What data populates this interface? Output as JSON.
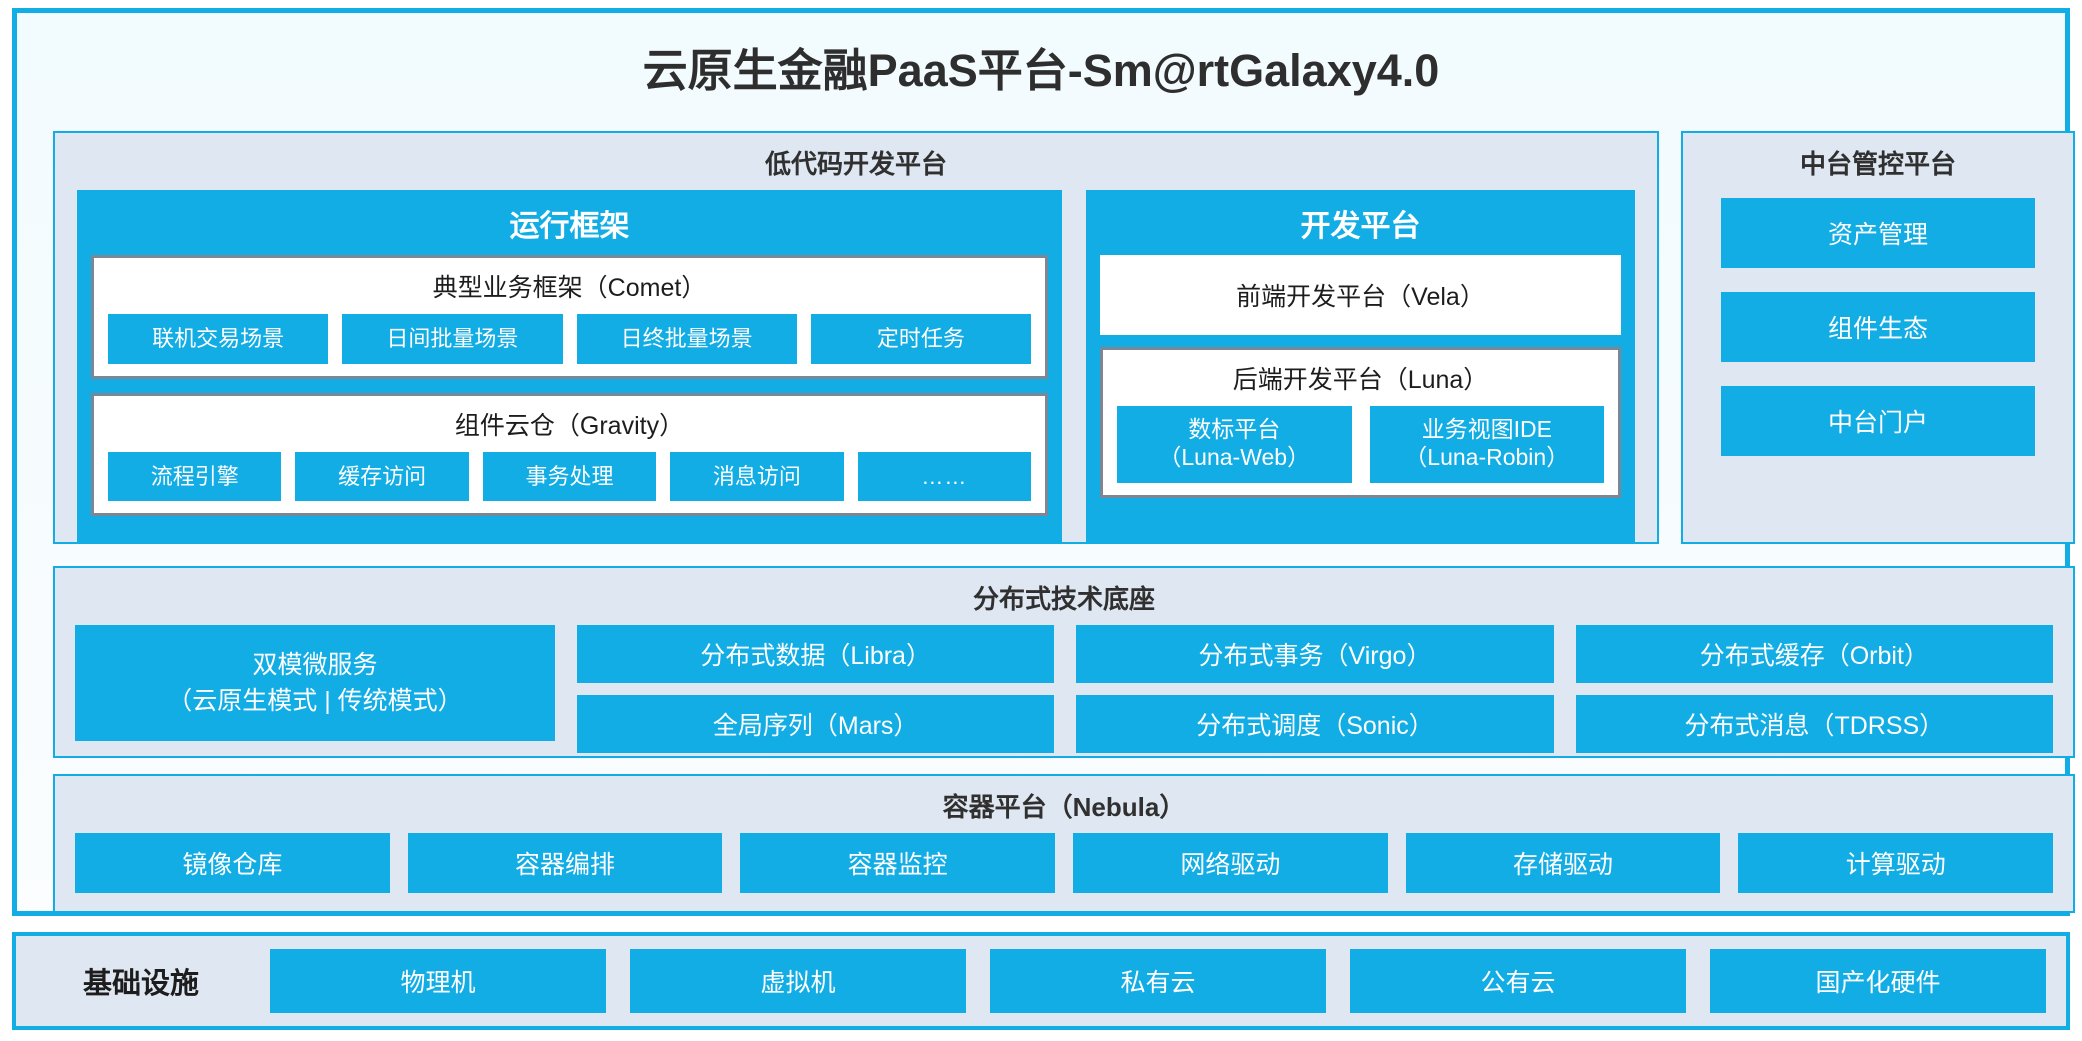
{
  "title": "云原生金融PaaS平台-Sm@rtGalaxy4.0",
  "colors": {
    "accent": "#12ade4",
    "section_bg": "#dfe8f2",
    "panel_bg": "#f5fbfe",
    "box_border": "#7b8794",
    "text_dark": "#2e2e2e",
    "text_light": "#ffffff"
  },
  "lowcode": {
    "title": "低代码开发平台",
    "runtime": {
      "title": "运行框架",
      "comet": {
        "title": "典型业务框架（Comet）",
        "items": [
          "联机交易场景",
          "日间批量场景",
          "日终批量场景",
          "定时任务"
        ]
      },
      "gravity": {
        "title": "组件云仓（Gravity）",
        "items": [
          "流程引擎",
          "缓存访问",
          "事务处理",
          "消息访问",
          "……"
        ]
      }
    },
    "devplatform": {
      "title": "开发平台",
      "vela": "前端开发平台（Vela）",
      "luna": {
        "title": "后端开发平台（Luna）",
        "items": [
          {
            "line1": "数标平台",
            "line2": "（Luna-Web）"
          },
          {
            "line1": "业务视图IDE",
            "line2": "（Luna-Robin）"
          }
        ]
      }
    }
  },
  "management": {
    "title": "中台管控平台",
    "items": [
      "资产管理",
      "组件生态",
      "中台门户"
    ]
  },
  "distbase": {
    "title": "分布式技术底座",
    "microservice": {
      "line1": "双模微服务",
      "line2": "（云原生模式 | 传统模式）"
    },
    "columns": [
      [
        "分布式数据（Libra）",
        "全局序列（Mars）"
      ],
      [
        "分布式事务（Virgo）",
        "分布式调度（Sonic）"
      ],
      [
        "分布式缓存（Orbit）",
        "分布式消息（TDRSS）"
      ]
    ]
  },
  "container": {
    "title": "容器平台（Nebula）",
    "items": [
      "镜像仓库",
      "容器编排",
      "容器监控",
      "网络驱动",
      "存储驱动",
      "计算驱动"
    ]
  },
  "infrastructure": {
    "label": "基础设施",
    "items": [
      "物理机",
      "虚拟机",
      "私有云",
      "公有云",
      "国产化硬件"
    ]
  }
}
